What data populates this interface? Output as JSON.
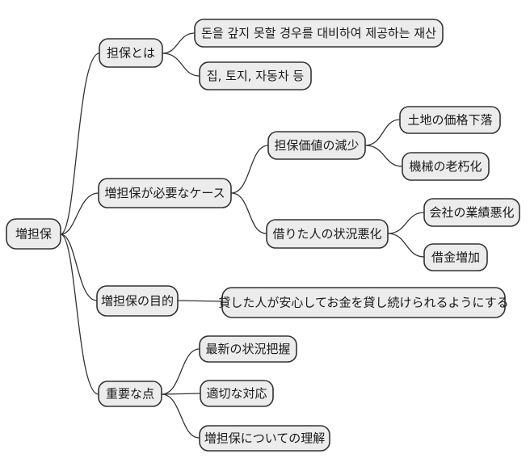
{
  "diagram_type": "mindmap",
  "colors": {
    "node-fill": "#ececec",
    "node-border": "#333333",
    "edge": "#333333",
    "text": "#1a1a1a",
    "background": "#ffffff"
  },
  "tree": {
    "label": "増担保",
    "children": [
      {
        "label": "担保とは",
        "children": [
          {
            "label": "돈을 갚지 못할 경우를 대비하여 제공하는 재산"
          },
          {
            "label": "집, 토지, 자동차 등"
          }
        ]
      },
      {
        "label": "増担保が必要なケース",
        "children": [
          {
            "label": "担保価値の減少",
            "children": [
              {
                "label": "土地の価格下落"
              },
              {
                "label": "機械の老朽化"
              }
            ]
          },
          {
            "label": "借りた人の状況悪化",
            "children": [
              {
                "label": "会社の業績悪化"
              },
              {
                "label": "借金増加"
              }
            ]
          }
        ]
      },
      {
        "label": "増担保の目的",
        "children": [
          {
            "label": "貸した人が安心してお金を貸し続けられるようにする"
          }
        ]
      },
      {
        "label": "重要な点",
        "children": [
          {
            "label": "最新の状況把握"
          },
          {
            "label": "適切な対応"
          },
          {
            "label": "増担保についての理解"
          }
        ]
      }
    ]
  }
}
